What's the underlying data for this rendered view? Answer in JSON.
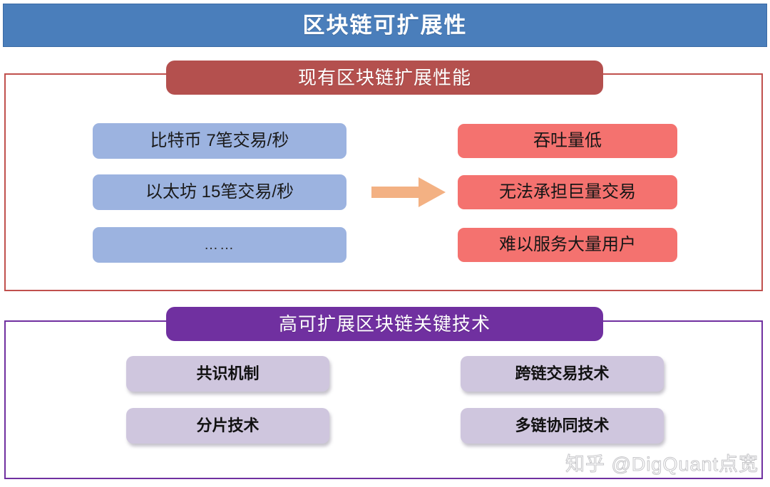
{
  "slide": {
    "title": "区块链可扩展性",
    "background_color": "#ffffff"
  },
  "theme": {
    "title_bar_color": "#4a7ebb",
    "red_section_color": "#c0504d",
    "red_pill_color": "#b4504e",
    "purple_section_color": "#7030a0",
    "blue_chip_color": "#9cb3e0",
    "red_chip_color": "#f4726f",
    "lilac_chip_color": "#cfc6de",
    "arrow_color": "#f3b183"
  },
  "section_current": {
    "heading": "现有区块链扩展性能",
    "left_items": [
      {
        "label": "比特币 7笔交易/秒"
      },
      {
        "label": "以太坊 15笔交易/秒"
      },
      {
        "label": "……"
      }
    ],
    "arrow": {
      "icon": "arrow-right-icon",
      "direction": "right"
    },
    "right_items": [
      {
        "label": "吞吐量低"
      },
      {
        "label": "无法承担巨量交易"
      },
      {
        "label": "难以服务大量用户"
      }
    ]
  },
  "section_technologies": {
    "heading": "高可扩展区块链关键技术",
    "left_items": [
      {
        "label": "共识机制"
      },
      {
        "label": "分片技术"
      }
    ],
    "right_items": [
      {
        "label": "跨链交易技术"
      },
      {
        "label": "多链协同技术"
      }
    ]
  },
  "watermark": {
    "text": "知乎 @DigQuant点宽"
  }
}
